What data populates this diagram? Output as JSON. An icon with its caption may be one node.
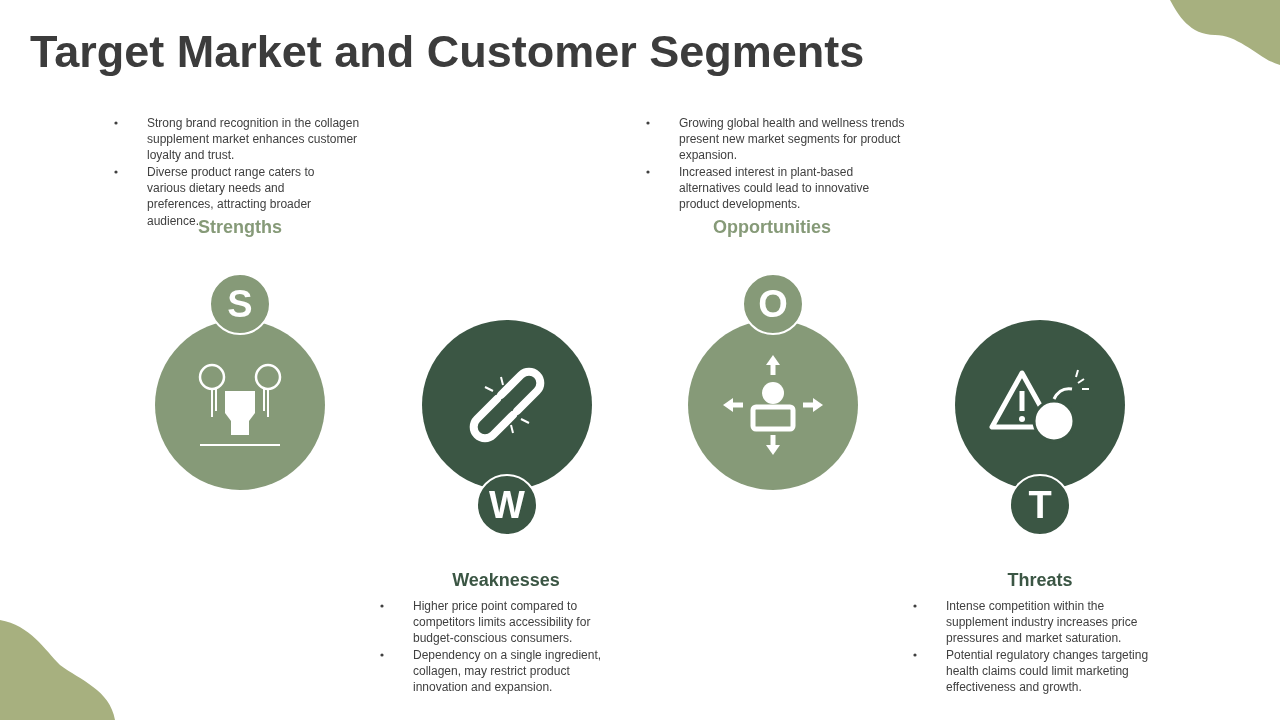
{
  "diagram": {
    "title": "Target Market and Customer Segments",
    "nodes": [
      {
        "text": [
          "S"
        ]
      },
      {
        "text": [],
        "shape": "circle"
      },
      {
        "text": [],
        "shape": "circle"
      },
      {
        "text": [
          "W"
        ]
      },
      {
        "text": [
          "O"
        ]
      },
      {
        "text": [],
        "shape": "circle"
      },
      {
        "text": [],
        "shape": "circle"
      },
      {
        "text": [
          "T"
        ]
      }
    ],
    "labels": [
      "Strong brand recognition in the collagen supplement market enhances customer loyalty and trust.",
      "Diverse product range caters to various dietary needs and preferences, attracting broader audience.",
      "Growing global health and wellness trends present new market segments for product expansion.",
      "Increased interest in plant-based alternatives could lead to innovative product developments.",
      "Strengths",
      "Opportunities",
      "Weaknesses",
      "Higher price point compared to competitors limits accessibility for budget-conscious consumers.",
      "Dependency on a single ingredient, collagen, may restrict product innovation and expansion.",
      "Threats",
      "Intense competition within the supplement industry increases price pressures and market saturation.",
      "Potential regulatory changes targeting health claims could limit marketing effectiveness and growth."
    ]
  }
}
